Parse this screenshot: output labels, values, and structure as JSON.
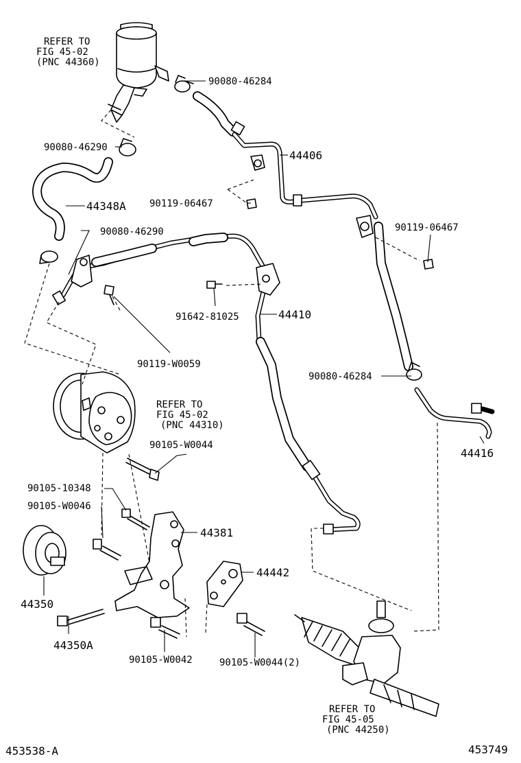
{
  "parts": {
    "p90080_46284_a": "90080-46284",
    "p44406": "44406",
    "p90080_46290_a": "90080-46290",
    "p44348A": "44348A",
    "p90119_06467_a": "90119-06467",
    "p90080_46290_b": "90080-46290",
    "p90119_06467_b": "90119-06467",
    "p91642_81025": "91642-81025",
    "p44410": "44410",
    "p90119_W0059": "90119-W0059",
    "p90080_46284_b": "90080-46284",
    "p90105_W0044": "90105-W0044",
    "p44416": "44416",
    "p90105_10348": "90105-10348",
    "p90105_W0046": "90105-W0046",
    "p44381": "44381",
    "p44442": "44442",
    "p44350": "44350",
    "p44350A": "44350A",
    "p90105_W0042": "90105-W0042",
    "p90105_W0044_2": "90105-W0044(2)"
  },
  "refs": {
    "reservoir": [
      "REFER TO",
      "FIG 45-02",
      "(PNC 44360)"
    ],
    "pump": [
      "REFER TO",
      "FIG 45-02",
      "(PNC 44310)"
    ],
    "gear": [
      "REFER TO",
      "FIG 45-05",
      "(PNC 44250)"
    ]
  },
  "footer": {
    "left_code": "453538-A",
    "right_code": "453749"
  }
}
